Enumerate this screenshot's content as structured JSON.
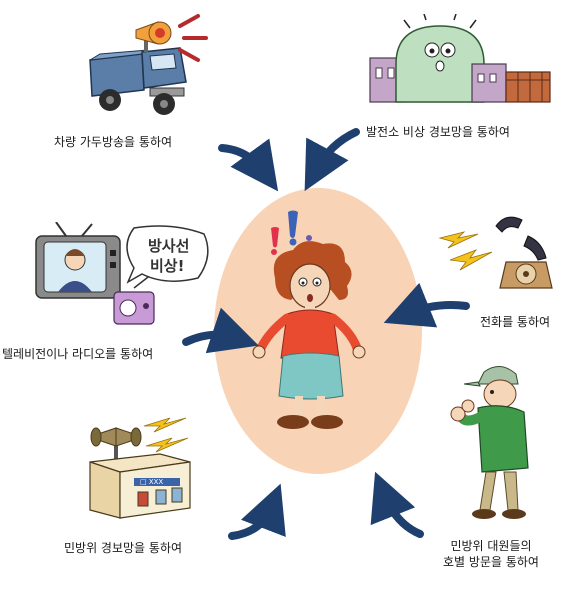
{
  "labels": {
    "vehicle": "차량 가두방송을 통하여",
    "power_plant": "발전소 비상 경보망을 통하여",
    "tv_radio": "텔레비전이나 라디오를 통하여",
    "phone": "전화를 통하여",
    "civil_alarm": "민방위 경보망을 통하여",
    "visit_line1": "민방위 대원들의",
    "visit_line2": "호별 방문을 통하여"
  },
  "speech_bubble": {
    "line1": "방사선",
    "line2": "비상!"
  },
  "building_sign": "□ XXX",
  "colors": {
    "arrow": "#1f3f6e",
    "center_oval": "#f8d3b6",
    "truck": "#5b7ea9",
    "plant_dome": "#bfe0c0",
    "plant_wall": "#c4a6c8",
    "worker_jacket": "#3f9b4a",
    "woman_top": "#e94b30",
    "woman_skirt": "#7ec7c4",
    "hair": "#b84f22"
  }
}
